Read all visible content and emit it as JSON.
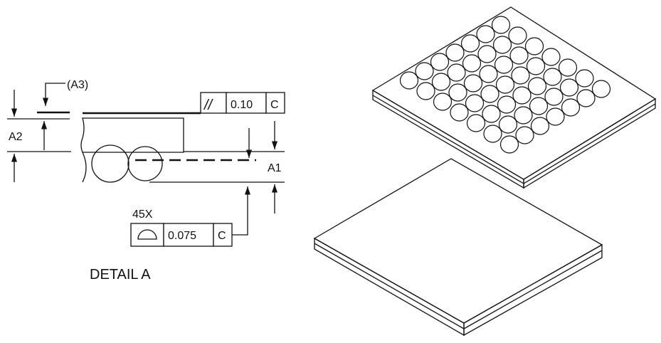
{
  "detail": {
    "title": "DETAIL A",
    "a3_label": "(A3)",
    "a2_label": "A2",
    "a1_label": "A1",
    "count_label": "45X",
    "parallelism": {
      "symbol": "//",
      "value": "0.10",
      "datum": "C"
    },
    "profile": {
      "value": "0.075",
      "datum": "C"
    }
  },
  "package": {
    "ball_rows": 7,
    "ball_cols": 7,
    "ball_count_note": "45X"
  }
}
